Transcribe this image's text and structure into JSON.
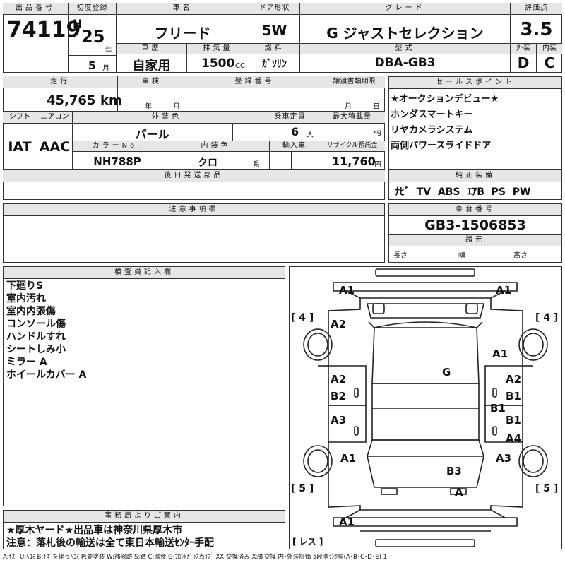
{
  "header": {
    "lot_label": "出品番号",
    "lot_number": "74119",
    "first_reg_label": "初度登録",
    "era": "H",
    "year": "25",
    "year_unit": "年",
    "month": "5",
    "month_unit": "月",
    "car_name_label": "車名",
    "car_name": "フリード",
    "door_label": "ドア形状",
    "door": "5W",
    "grade_label": "グレード",
    "grade": "G ジャストセレクション",
    "score_label": "評価点",
    "score": "3.5",
    "history_label": "車歴",
    "history": "自家用",
    "displacement_label": "排気量",
    "displacement": "1500",
    "displacement_unit": "CC",
    "fuel_label": "燃料",
    "fuel": "ｶﾞｿﾘﾝ",
    "model_label": "型式",
    "model": "DBA-GB3",
    "exterior_label": "外装",
    "exterior": "D",
    "interior_label": "内装",
    "interior": "C"
  },
  "row2": {
    "mileage_label": "走行",
    "mileage": "45,765",
    "mileage_unit": "km",
    "inspection_label": "車検",
    "insp_year_unit": "年",
    "insp_month_unit": "月",
    "reg_no_label": "登録番号",
    "transfer_label": "譲渡書類期限",
    "transfer_month_unit": "月",
    "transfer_day_unit": "日",
    "shift_label": "シフト",
    "shift": "IAT",
    "ac_label": "エアコン",
    "ac": "AAC",
    "ext_color_label": "外装色",
    "ext_color": "パール",
    "capacity_label": "乗車定員",
    "capacity": "6",
    "capacity_unit": "人",
    "max_load_label": "最大積載量",
    "max_load_unit": "kg",
    "color_no_label": "カラーNo.",
    "color_no": "NH788P",
    "int_color_label": "内装色",
    "int_color": "クロ",
    "int_color_unit": "系",
    "import_label": "輸入車",
    "recycle_label": "リサイクル預託金",
    "recycle": "11,760",
    "recycle_unit": "円",
    "later_parts_label": "後日発送部品"
  },
  "sales_points": {
    "label": "セールスポイント",
    "items": [
      "★オークションデビュー★",
      "ホンダスマートキー",
      "リヤカメラシステム",
      "両側パワースライドドア"
    ]
  },
  "equipment": {
    "label": "純正装備",
    "items": [
      "ﾅﾋﾞ",
      "TV",
      "ABS",
      "ｴｱB",
      "PS",
      "PW"
    ]
  },
  "notes": {
    "label": "注意事項欄"
  },
  "chassis": {
    "label": "車台番号",
    "number": "GB3-1506853",
    "spec_label": "諸元",
    "length_label": "長さ",
    "width_label": "幅",
    "height_label": "高さ"
  },
  "inspector": {
    "label": "検査員記入欄",
    "lines": [
      "下廻りS",
      "室内汚れ",
      "室内内張傷",
      "コンソール傷",
      "ハンドルすれ",
      "シートしみ小",
      "ミラー A",
      "ホイールカバー A"
    ]
  },
  "office": {
    "label": "事務局よりご案内",
    "lines": [
      "★厚木ヤード★出品車は神奈川県厚木市",
      "注意：落札後の輸送は全て東日本輸送ｾﾝﾀｰ手配"
    ]
  },
  "diagram": {
    "front_left": "A1",
    "front_right": "A1",
    "bracket_tl": "[ 4 ]",
    "bracket_tr": "[ 4 ]",
    "bracket_bl": "[ 5 ]",
    "bracket_br": "[ 5 ]",
    "fender_l": "A2",
    "fender_r": "A1",
    "hood": "G",
    "door_fl": "A2",
    "door_fl2": "B2",
    "door_fr": "A2",
    "door_fr2": "B1",
    "door_fr3": "B1",
    "door_rl": "A3",
    "door_rr": "B1",
    "door_rr2": "A4",
    "qp_l": "A1",
    "qp_r": "A3",
    "trunk": "B3",
    "rear_bumper": "A",
    "rear_bottom": "A1",
    "spare": "[ レス ]"
  },
  "legend": "A:ｷｽﾞ U:ﾍｺﾐ B:ｷｽﾞを伴うﾍｺﾐ P:要塗装 W:補修跡 S:錆 C:腐食 G:ﾌﾛﾝﾄｶﾞﾗｽ点ｷｽﾞ XX:交換済み X:要交換  内･外装評価 5段階ﾗﾝｸ順(A･B･C･D･E) 1"
}
